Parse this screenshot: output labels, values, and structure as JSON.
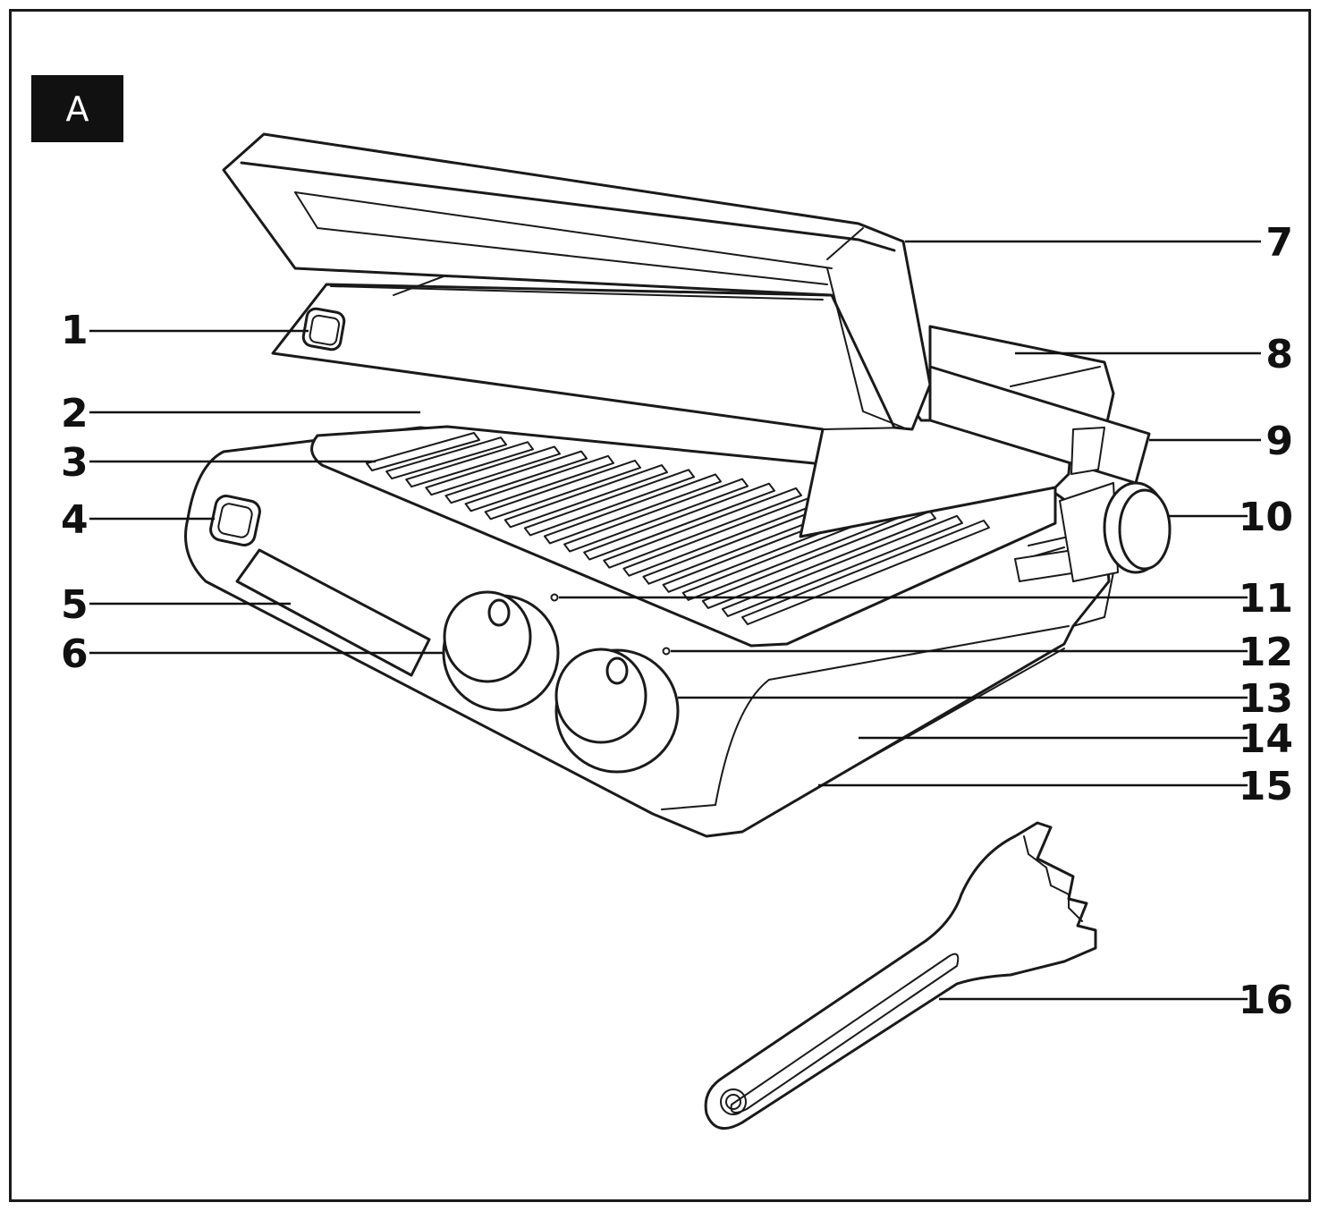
{
  "figure": {
    "badge": "A"
  },
  "callouts": [
    {
      "id": "1",
      "label": "1"
    },
    {
      "id": "2",
      "label": "2"
    },
    {
      "id": "3",
      "label": "3"
    },
    {
      "id": "4",
      "label": "4"
    },
    {
      "id": "5",
      "label": "5"
    },
    {
      "id": "6",
      "label": "6"
    },
    {
      "id": "7",
      "label": "7"
    },
    {
      "id": "8",
      "label": "8"
    },
    {
      "id": "9",
      "label": "9"
    },
    {
      "id": "10",
      "label": "10"
    },
    {
      "id": "11",
      "label": "11"
    },
    {
      "id": "12",
      "label": "12"
    },
    {
      "id": "13",
      "label": "13"
    },
    {
      "id": "14",
      "label": "14"
    },
    {
      "id": "15",
      "label": "15"
    },
    {
      "id": "16",
      "label": "16"
    }
  ]
}
